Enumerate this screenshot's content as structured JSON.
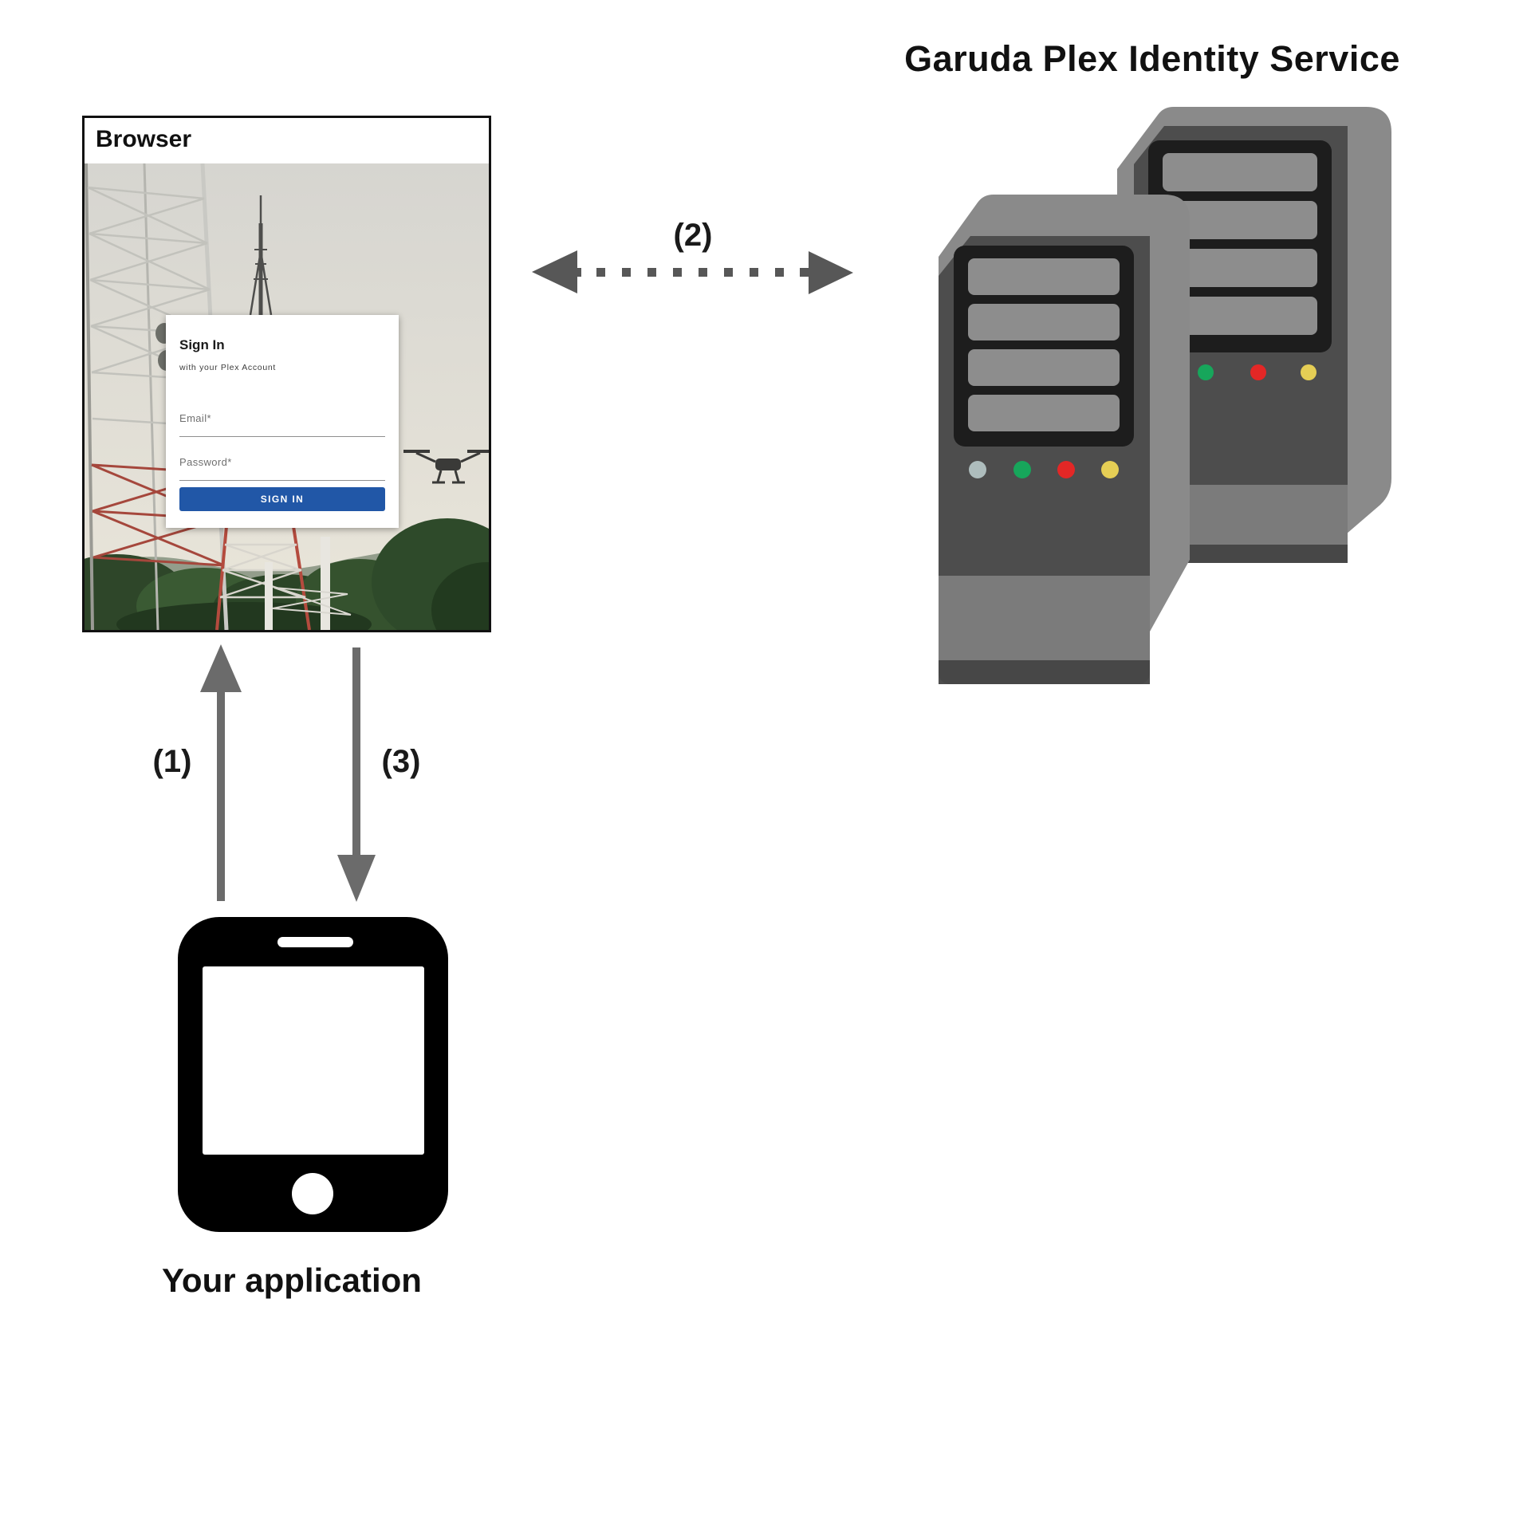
{
  "identity_service": {
    "title": "Garuda Plex Identity Service"
  },
  "browser": {
    "window_title": "Browser",
    "signin_card": {
      "heading": "Sign In",
      "subheading": "with your Plex Account",
      "email_label": "Email*",
      "email_value": "",
      "email_placeholder": "",
      "password_label": "Password*",
      "password_value": "",
      "password_placeholder": "",
      "signin_button_label": "SIGN IN"
    }
  },
  "application": {
    "label": "Your application"
  },
  "flow": {
    "step1_label": "(1)",
    "step2_label": "(2)",
    "step3_label": "(3)"
  },
  "colors": {
    "signin_button": "#2157a7",
    "solid_arrow_gray": "#6b6b6b",
    "dotted_arrow_gray": "#575757",
    "server_shell": "#8a8a8a",
    "server_face": "#4d4d4d",
    "led_power": "#aebdbd",
    "led_green": "#17a65b",
    "led_red": "#e32726",
    "led_yellow": "#e5ce55"
  }
}
